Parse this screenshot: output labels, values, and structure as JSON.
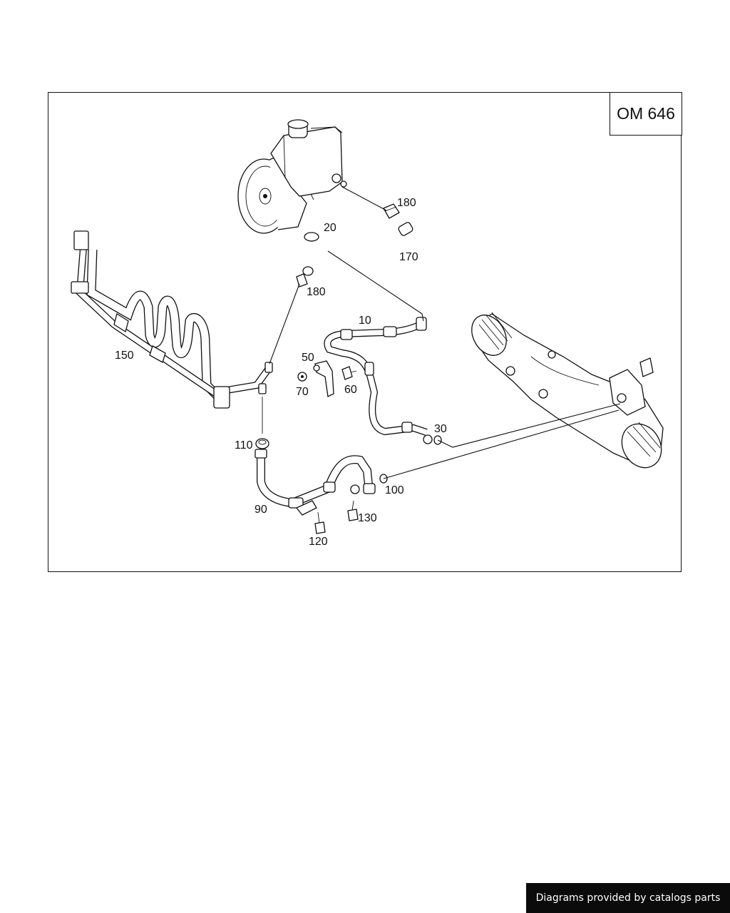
{
  "engine_code": "OM 646",
  "callouts": {
    "c10": "10",
    "c20": "20",
    "c30": "30",
    "c50": "50",
    "c60": "60",
    "c70": "70",
    "c90": "90",
    "c100": "100",
    "c110": "110",
    "c120": "120",
    "c130": "130",
    "c150": "150",
    "c170": "170",
    "c180a": "180",
    "c180b": "180"
  },
  "footer": "Diagrams provided by catalogs parts"
}
